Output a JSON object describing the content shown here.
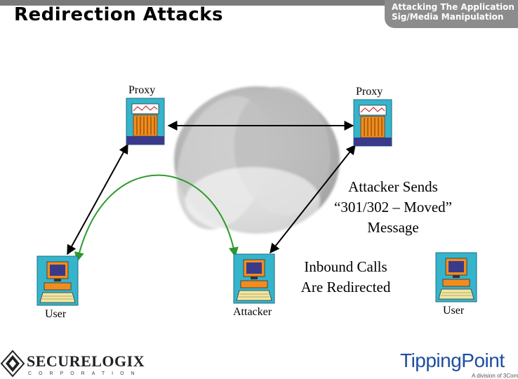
{
  "slide": {
    "title": "Redirection Attacks",
    "header_line1": "Attacking The Application",
    "header_line2": "Sig/Media Manipulation"
  },
  "nodes": {
    "proxy_left": "Proxy",
    "proxy_right": "Proxy",
    "user_left": "User",
    "attacker": "Attacker",
    "user_right": "User"
  },
  "notes": {
    "attacker_sends": [
      "Attacker Sends",
      "“301/302 – Moved”",
      "Message"
    ],
    "inbound": [
      "Inbound Calls",
      "Are Redirected"
    ]
  },
  "logos": {
    "securelogix": "SECURELOGIX",
    "securelogix_sub": "CORPORATION",
    "tippingpoint": "TippingPoint",
    "tippingpoint_sub": "A division of 3Com"
  },
  "colors": {
    "header_gray": "#8c8c8c",
    "cloud_gray": "#a8a8a8",
    "icon_cyan": "#35b4cc",
    "icon_orange": "#f28c1e",
    "redirect_green": "#2a9a2a",
    "tippingpoint_blue": "#1e4fa0"
  }
}
